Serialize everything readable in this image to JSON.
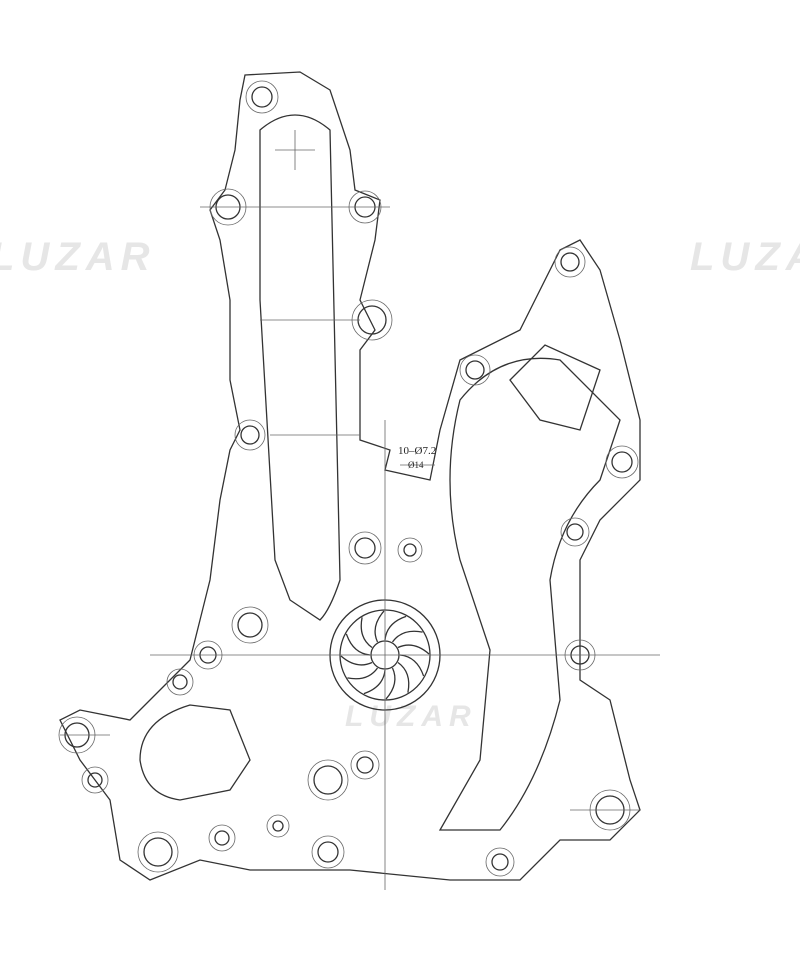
{
  "watermark": {
    "brand": "LUZAR",
    "colors": {
      "watermark": "#e6e6e6",
      "line": "#333333"
    }
  },
  "annotations": {
    "holes": "10–Ø7.2",
    "diameter": "Ø14"
  }
}
